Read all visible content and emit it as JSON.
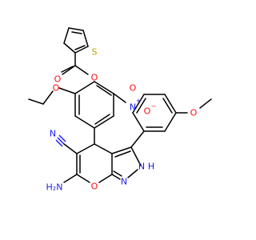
{
  "colors": {
    "bond": "#000000",
    "oxygen": "#ff0d0d",
    "nitrogen": "#1a1aff",
    "sulfur": "#b8a200"
  },
  "atoms": {
    "sulfur_thiophene": "S",
    "ester_carbonyl_o": "O",
    "ester_link_o": "O",
    "nitro_n": "N",
    "nitro_plus": "+",
    "nitro_o_top": "O",
    "nitro_o_minus": "O",
    "nitro_minus": "−",
    "ethoxy_o": "O",
    "cyano_n": "N",
    "methoxy_o": "O",
    "amine": "H₂N",
    "pyran_o": "O",
    "pyrazole_n": "N",
    "pyrazole_nh": "N",
    "nh_h": "H"
  }
}
